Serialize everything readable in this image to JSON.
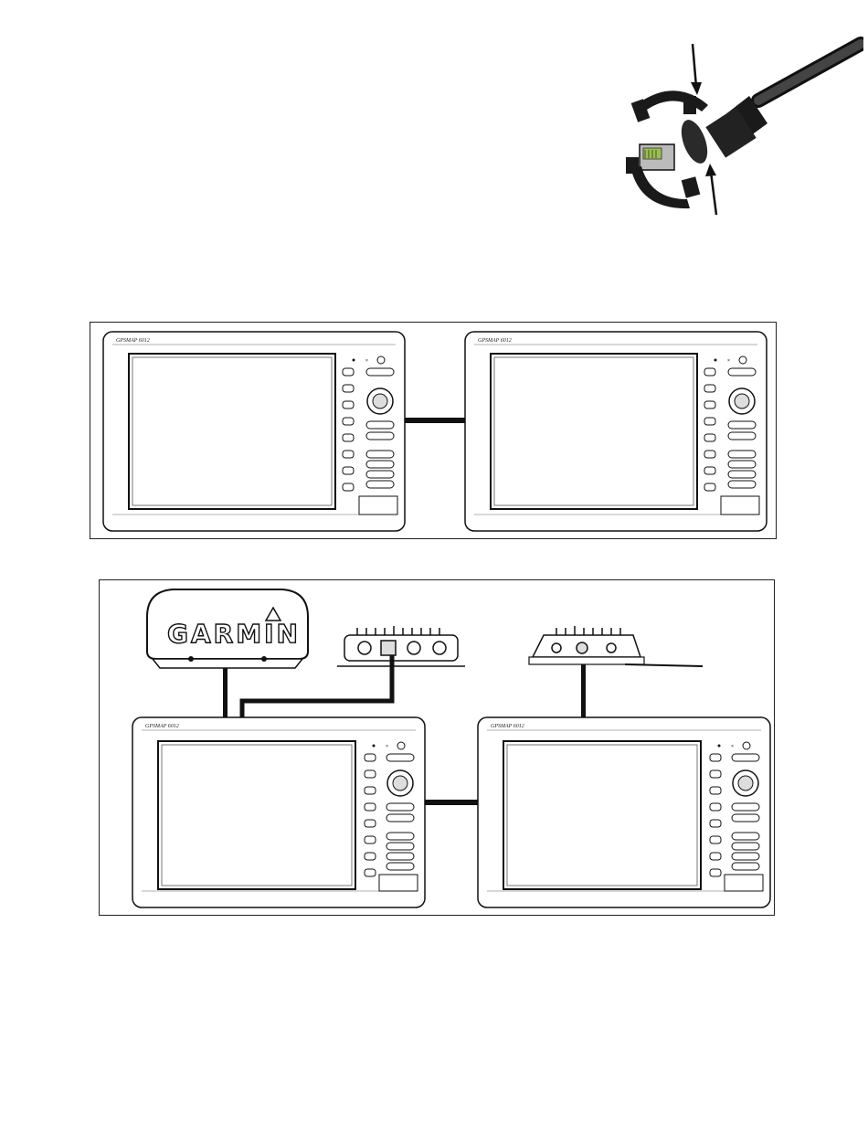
{
  "figures": {
    "coupler": {
      "description_name": "cable-coupler-illustration"
    },
    "two_units": {
      "unit_label": "GPSMAP 6012"
    },
    "four_units": {
      "unit_label": "GPSMAP 6012",
      "radar_logo": "GARMIN"
    }
  },
  "colors": {
    "line": "#111111",
    "panel": "#ffffff",
    "shade": "#d9d9d9"
  }
}
